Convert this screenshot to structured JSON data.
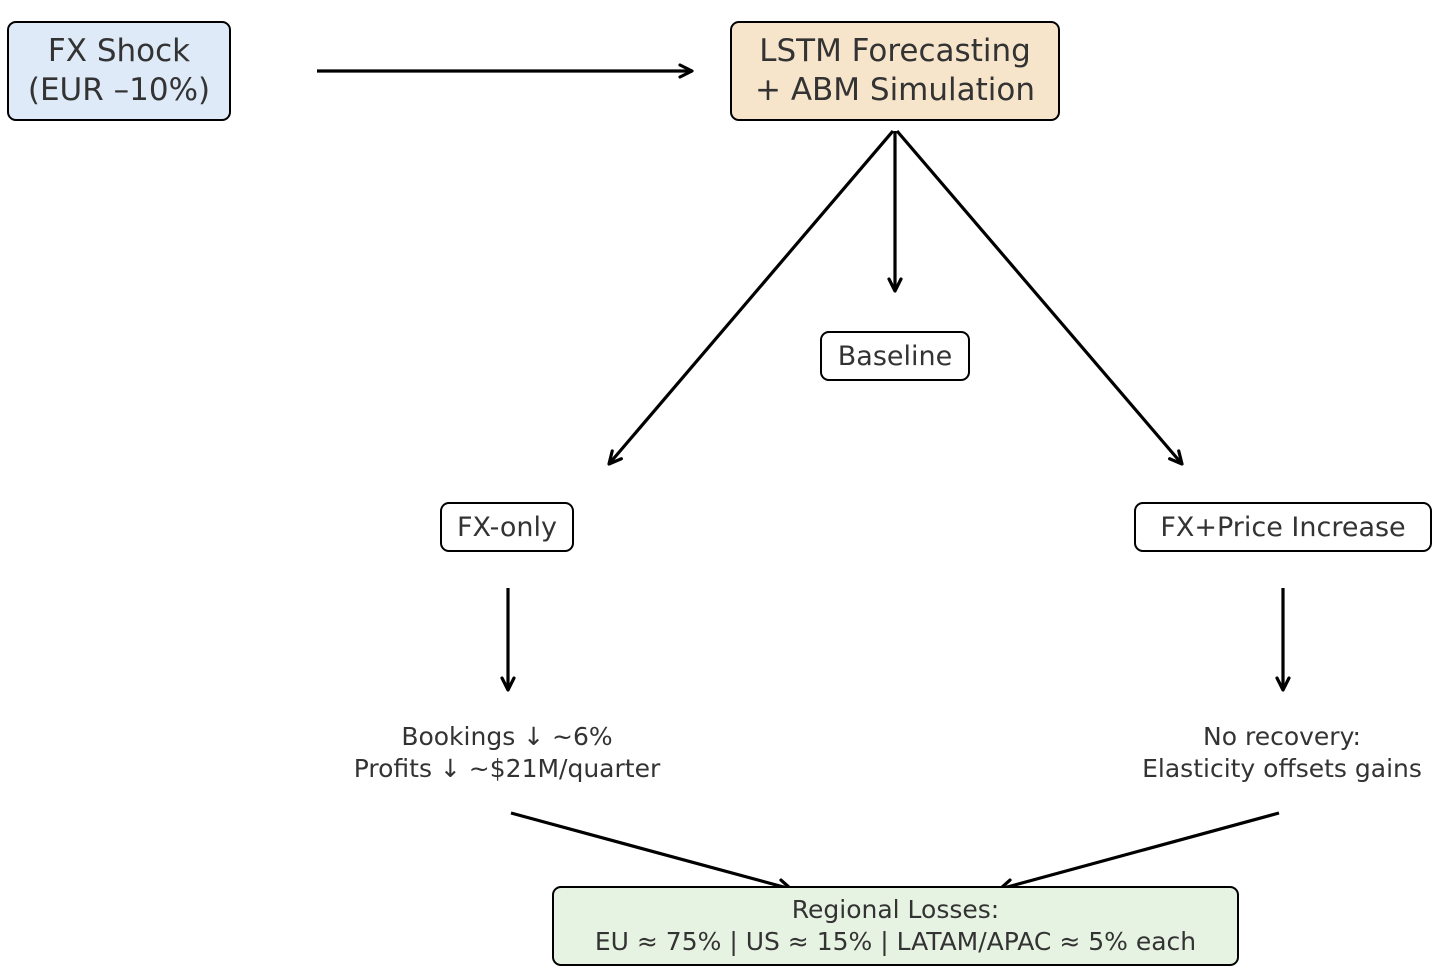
{
  "colors": {
    "shock_fill": "#deeaf7",
    "model_fill": "#f7e5cb",
    "plain_fill": "#ffffff",
    "regional_fill": "#e7f3e2",
    "border": "#000000",
    "text": "#333333",
    "arrow": "#000000"
  },
  "nodes": {
    "shock": {
      "lines": [
        "FX Shock",
        "(EUR –10%)"
      ]
    },
    "model": {
      "lines": [
        "LSTM Forecasting",
        "+ ABM Simulation"
      ]
    },
    "baseline": {
      "label": "Baseline"
    },
    "fx_only": {
      "label": "FX-only"
    },
    "fx_price": {
      "label": "FX+Price Increase"
    },
    "fx_only_outcome": {
      "lines": [
        "Bookings ↓ ~6%",
        "Profits ↓ ~$21M/quarter"
      ]
    },
    "fx_price_outcome": {
      "lines": [
        "No recovery:",
        "Elasticity offsets gains"
      ]
    },
    "regional": {
      "lines": [
        "Regional Losses:",
        "EU ≈ 75% | US ≈ 15% | LATAM/APAC ≈ 5% each"
      ]
    }
  },
  "edges": [
    {
      "from": "shock",
      "to": "model"
    },
    {
      "from": "model",
      "to": "baseline"
    },
    {
      "from": "model",
      "to": "fx_only"
    },
    {
      "from": "model",
      "to": "fx_price"
    },
    {
      "from": "fx_only",
      "to": "fx_only_outcome"
    },
    {
      "from": "fx_price",
      "to": "fx_price_outcome"
    },
    {
      "from": "fx_only_outcome",
      "to": "regional"
    },
    {
      "from": "fx_price_outcome",
      "to": "regional"
    }
  ]
}
